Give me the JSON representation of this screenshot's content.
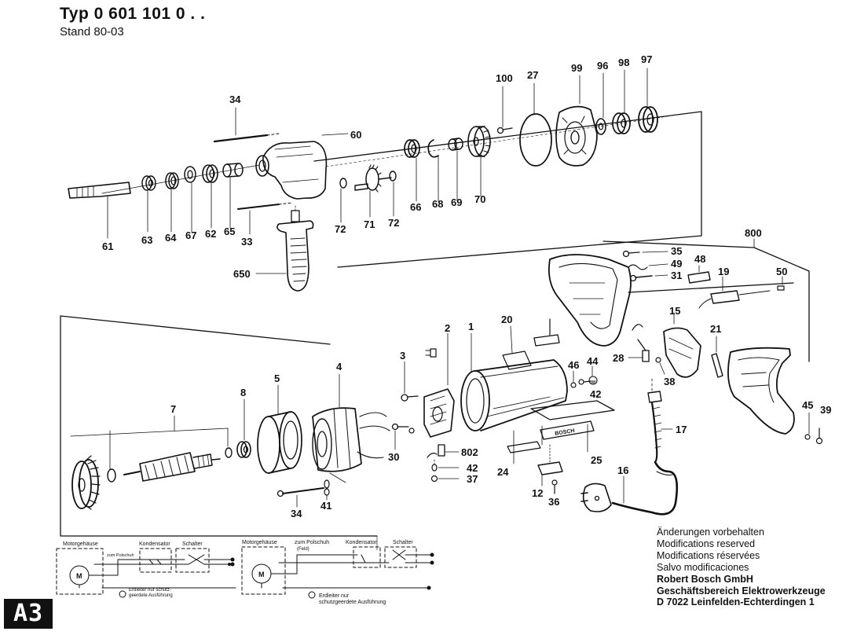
{
  "header": {
    "type_label": "Typ",
    "type_number": "0 601 101 0 . .",
    "stand": "Stand 80-03"
  },
  "badge": "A3",
  "notes": [
    "Änderungen vorbehalten",
    "Modifications reserved",
    "Modifications réservées",
    "Salvo modificaciones"
  ],
  "company": [
    "Robert Bosch GmbH",
    "Geschäftsbereich Elektrowerkzeuge",
    "D 7022 Leinfelden-Echterdingen 1"
  ],
  "brand": "BOSCH",
  "wiring_left": {
    "motor_housing": "Motorgehäuse",
    "pole_shoe": "zum Polschuh",
    "capacitor": "Kondensator",
    "switch": "Schalter",
    "motor": "M",
    "ground_line1": "Erdleiter nur schutz-",
    "ground_line2": "geerdete Ausführung"
  },
  "wiring_right": {
    "motor_housing": "Motorgehäuse",
    "pole_shoe": "zum Polschuh",
    "pole_shoe_sub": "(Feld)",
    "capacitor": "Kondensator",
    "switch": "Schalter",
    "motor": "M",
    "ground_line1": "Erdleiter nur",
    "ground_line2": "schutzgeerdete Ausführung"
  },
  "part_labels": [
    {
      "id": "34a",
      "text": "34"
    },
    {
      "id": "60",
      "text": "60"
    },
    {
      "id": "100",
      "text": "100"
    },
    {
      "id": "27",
      "text": "27"
    },
    {
      "id": "99",
      "text": "99"
    },
    {
      "id": "96",
      "text": "96"
    },
    {
      "id": "98",
      "text": "98"
    },
    {
      "id": "97",
      "text": "97"
    },
    {
      "id": "66",
      "text": "66"
    },
    {
      "id": "68",
      "text": "68"
    },
    {
      "id": "69",
      "text": "69"
    },
    {
      "id": "70",
      "text": "70"
    },
    {
      "id": "72a",
      "text": "72"
    },
    {
      "id": "71",
      "text": "71"
    },
    {
      "id": "72b",
      "text": "72"
    },
    {
      "id": "33",
      "text": "33"
    },
    {
      "id": "61",
      "text": "61"
    },
    {
      "id": "63",
      "text": "63"
    },
    {
      "id": "64",
      "text": "64"
    },
    {
      "id": "67",
      "text": "67"
    },
    {
      "id": "62",
      "text": "62"
    },
    {
      "id": "65",
      "text": "65"
    },
    {
      "id": "650",
      "text": "650"
    },
    {
      "id": "800",
      "text": "800"
    },
    {
      "id": "35",
      "text": "35"
    },
    {
      "id": "49",
      "text": "49"
    },
    {
      "id": "48",
      "text": "48"
    },
    {
      "id": "31",
      "text": "31"
    },
    {
      "id": "19",
      "text": "19"
    },
    {
      "id": "50",
      "text": "50"
    },
    {
      "id": "15",
      "text": "15"
    },
    {
      "id": "21",
      "text": "21"
    },
    {
      "id": "20",
      "text": "20"
    },
    {
      "id": "2",
      "text": "2"
    },
    {
      "id": "1",
      "text": "1"
    },
    {
      "id": "3",
      "text": "3"
    },
    {
      "id": "46",
      "text": "46"
    },
    {
      "id": "44",
      "text": "44"
    },
    {
      "id": "42a",
      "text": "42"
    },
    {
      "id": "28",
      "text": "28"
    },
    {
      "id": "38",
      "text": "38"
    },
    {
      "id": "4",
      "text": "4"
    },
    {
      "id": "5",
      "text": "5"
    },
    {
      "id": "8",
      "text": "8"
    },
    {
      "id": "7",
      "text": "7"
    },
    {
      "id": "30",
      "text": "30"
    },
    {
      "id": "802",
      "text": "802"
    },
    {
      "id": "42b",
      "text": "42"
    },
    {
      "id": "37",
      "text": "37"
    },
    {
      "id": "24",
      "text": "24"
    },
    {
      "id": "25",
      "text": "25"
    },
    {
      "id": "17",
      "text": "17"
    },
    {
      "id": "45",
      "text": "45"
    },
    {
      "id": "39",
      "text": "39"
    },
    {
      "id": "16",
      "text": "16"
    },
    {
      "id": "12",
      "text": "12"
    },
    {
      "id": "36",
      "text": "36"
    },
    {
      "id": "34b",
      "text": "34"
    },
    {
      "id": "41",
      "text": "41"
    }
  ]
}
